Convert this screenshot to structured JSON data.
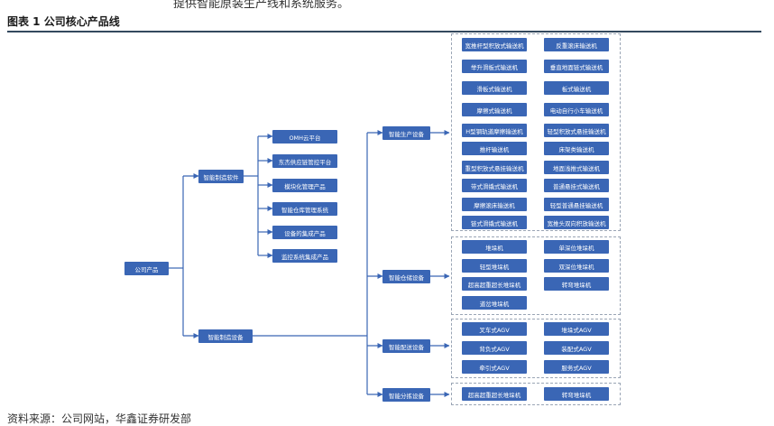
{
  "header": {
    "top_text": "提供智能原装生产线和系统服务。",
    "figure_title": "图表 1 公司核心产品线",
    "source": "资料来源：公司网站，华鑫证券研发部"
  },
  "root": "公司产品",
  "branches": {
    "software": "智能制造软件",
    "equipment": "智能制造设备"
  },
  "software_items": [
    "OMH云平台",
    "东杰供应链管控平台",
    "模块化管理产品",
    "智能仓库管理系统",
    "设备的集成产品",
    "监控系统集成产品"
  ],
  "equipment_categories": {
    "production": "智能生产设备",
    "warehouse": "智能仓储设备",
    "delivery": "智能配送设备",
    "sorting": "智能分拣设备"
  },
  "production_items": [
    [
      "宽推杆型积放式输送机",
      "反重滚床输送机"
    ],
    [
      "举升滑板式输送机",
      "垂直地面链式输送机"
    ],
    [
      "滑板式输送机",
      "板式输送机"
    ],
    [
      "摩擦式输送机",
      "电动自行小车输送机"
    ],
    [
      "H型钢轨道摩擦输送机",
      "轻型积放式悬挂输送机"
    ],
    [
      "推杆输送机",
      "床架类输送机"
    ],
    [
      "重型积放式悬挂输送机",
      "地面浅推式输送机"
    ],
    [
      "带式滑撬式输送机",
      "普通悬挂式输送机"
    ],
    [
      "摩擦滚床输送机",
      "轻型普通悬挂输送机"
    ],
    [
      "链式滑撬式输送机",
      "宽推头双向积放输送机"
    ]
  ],
  "warehouse_items": [
    [
      "堆垛机",
      "单深位堆垛机"
    ],
    [
      "轻型堆垛机",
      "双深位堆垛机"
    ],
    [
      "超高超重超长堆垛机",
      "转弯堆垛机"
    ],
    [
      "道岔堆垛机",
      ""
    ]
  ],
  "delivery_items": [
    [
      "叉车式AGV",
      "堆垛式AGV"
    ],
    [
      "背负式AGV",
      "装配式AGV"
    ],
    [
      "牵引式AGV",
      "服务式AGV"
    ]
  ],
  "sorting_items": [
    [
      "超高超重超长堆垛机",
      "转弯堆垛机"
    ]
  ],
  "colors": {
    "box": "#3a66b5",
    "line": "#3a66b5",
    "rule": "#34495e"
  }
}
